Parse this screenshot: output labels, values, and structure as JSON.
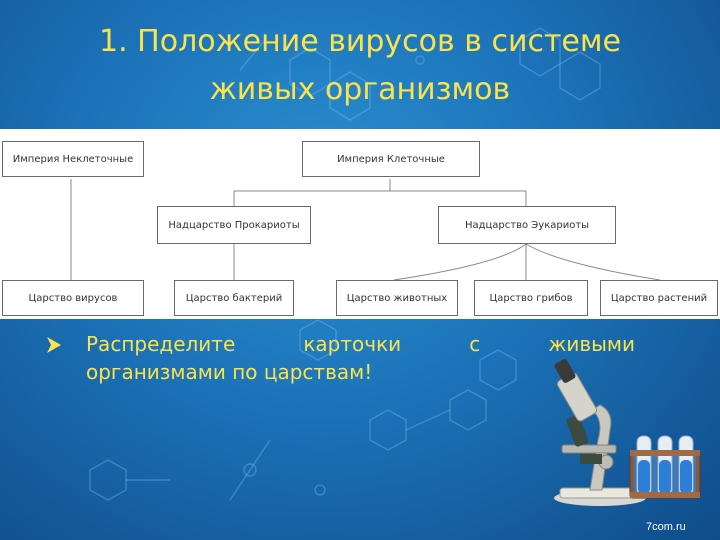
{
  "title": "1. Положение вирусов в системе\nживых организмов",
  "diagram": {
    "nodes": {
      "noncellular": "Империя Неклеточные",
      "cellular": "Империя Клеточные",
      "prokaryotes": "Надцарство Прокариоты",
      "eukaryotes": "Надцарство Эукариоты",
      "viruses": "Царство вирусов",
      "bacteria": "Царство бактерий",
      "animals": "Царство животных",
      "fungi": "Царство грибов",
      "plants": "Царство растений"
    }
  },
  "task": {
    "words_line1": [
      "Распределите",
      "карточки",
      "с",
      "живыми"
    ],
    "line2": "организмами по царствам!"
  },
  "watermark": "7com.ru",
  "colors": {
    "title": "#fbe34a",
    "background": "#1c72b8",
    "panel": "#ffffff"
  }
}
